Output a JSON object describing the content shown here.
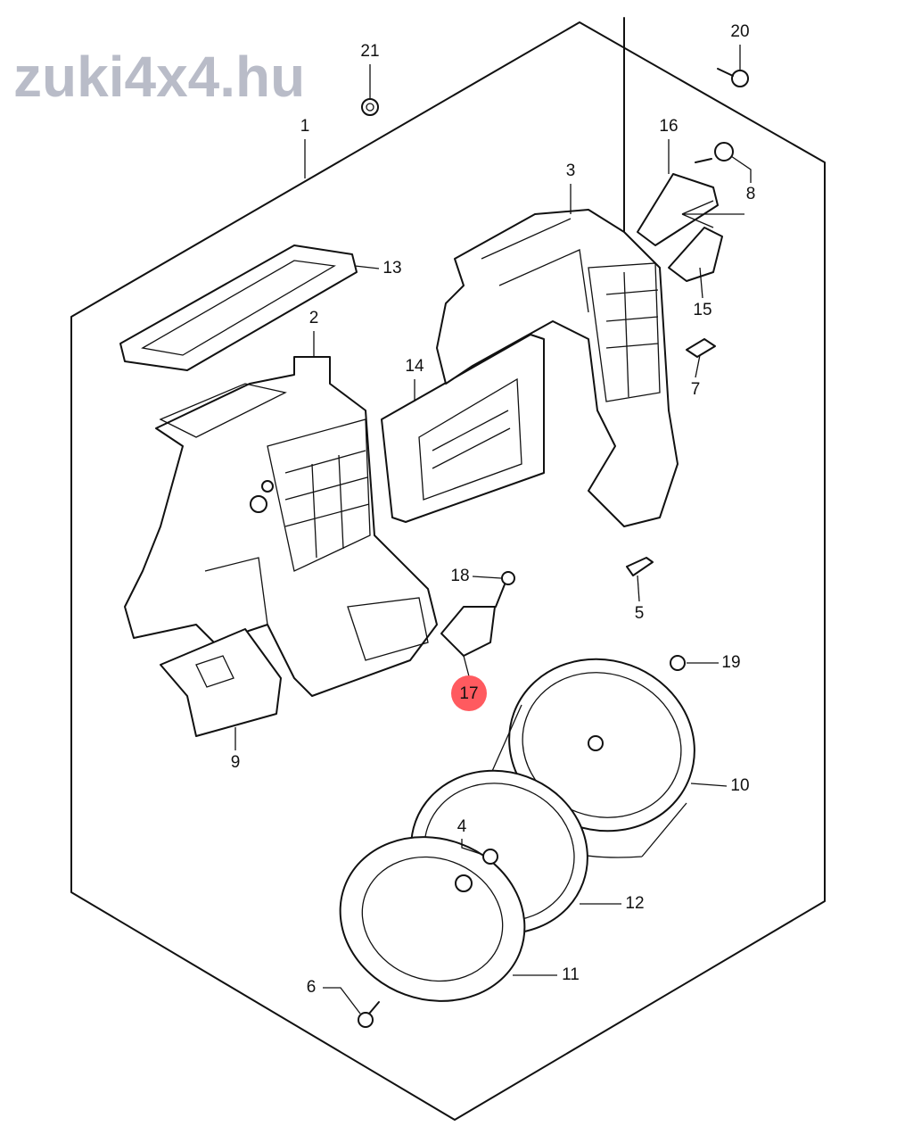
{
  "watermark": "zuki4x4.hu",
  "highlight_color": "#ff5a5f",
  "callouts": [
    {
      "id": "21",
      "label": "21"
    },
    {
      "id": "20",
      "label": "20"
    },
    {
      "id": "1",
      "label": "1"
    },
    {
      "id": "16",
      "label": "16"
    },
    {
      "id": "8",
      "label": "8"
    },
    {
      "id": "3",
      "label": "3"
    },
    {
      "id": "13",
      "label": "13"
    },
    {
      "id": "15",
      "label": "15"
    },
    {
      "id": "2",
      "label": "2"
    },
    {
      "id": "14",
      "label": "14"
    },
    {
      "id": "7",
      "label": "7"
    },
    {
      "id": "18",
      "label": "18"
    },
    {
      "id": "5",
      "label": "5"
    },
    {
      "id": "19",
      "label": "19"
    },
    {
      "id": "17",
      "label": "17",
      "highlighted": true
    },
    {
      "id": "9",
      "label": "9"
    },
    {
      "id": "10",
      "label": "10"
    },
    {
      "id": "4",
      "label": "4"
    },
    {
      "id": "12",
      "label": "12"
    },
    {
      "id": "11",
      "label": "11"
    },
    {
      "id": "6",
      "label": "6"
    }
  ]
}
